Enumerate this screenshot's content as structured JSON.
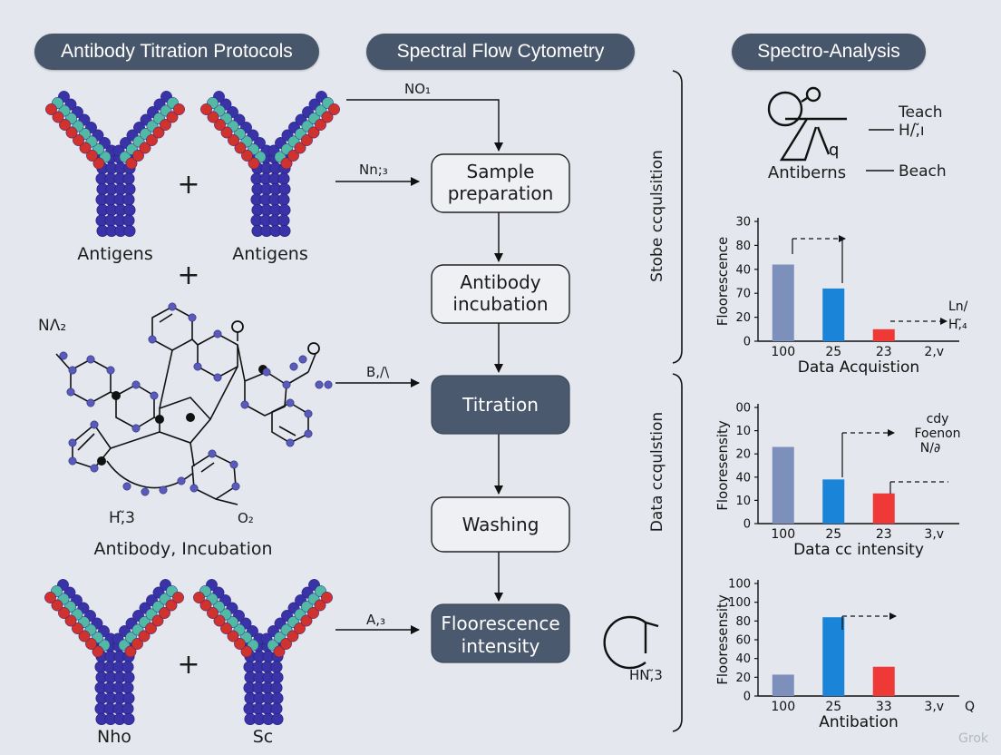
{
  "headers": {
    "left": "Antibody Titration Protocols",
    "middle": "Spectral Flow Cytometry",
    "right": "Spectro-Analysis"
  },
  "left_panel": {
    "antigens_left": "Antigens",
    "antigens_right": "Antigens",
    "plus": "+",
    "molecule_top_label": "NΛ₂",
    "molecule_h_label": "H,̃3",
    "molecule_o_label": "O₂",
    "molecule_caption": "Antibody, Incubation",
    "bottom_left_label": "Nho",
    "bottom_right_label": "Sc"
  },
  "flow": {
    "steps": [
      "Sample preparation",
      "Antibody incubation",
      "Titration",
      "Washing",
      "Floorescence intensity"
    ],
    "inputs": {
      "top": "NO₁",
      "sample": "Nn;₃",
      "titration": "B,/\\",
      "fluorescence": "A,₃"
    }
  },
  "right_panel": {
    "bracket_top": "Stobe ccqulsition",
    "bracket_bottom": "Data ccqulstion",
    "icon_text": "Antiberns",
    "legend_items": [
      "Teach",
      "H/,̃ı",
      "Beach"
    ],
    "bottom_icon_text": "HN,̃3",
    "watermark": "Grok"
  },
  "colors": {
    "header_bg": "#47566b",
    "dark_step": "#4a596d",
    "bar_slate": "#7d90bb",
    "bar_blue": "#1a84d8",
    "bar_red": "#ee3936",
    "atom_blue": "#3a33a8",
    "atom_red": "#d0322e",
    "atom_teal": "#52b9a6"
  },
  "chart_data": [
    {
      "type": "bar",
      "categories": [
        "100",
        "25",
        "23",
        "2,v"
      ],
      "values": [
        64,
        44,
        10,
        0
      ],
      "ylabel": "Floorescence",
      "xlabel": "Data Acquistion",
      "ytick_labels": [
        "0",
        "20",
        "70",
        "40",
        "80",
        "30"
      ],
      "ylim": [
        0,
        100
      ],
      "annotations": [
        "Ln/",
        "H,̃₄"
      ]
    },
    {
      "type": "bar",
      "categories": [
        "100",
        "25",
        "23",
        "3,v"
      ],
      "values": [
        66,
        38,
        26,
        0
      ],
      "ylabel": "Flooresensity",
      "xlabel": "Data cc intensity",
      "ytick_labels": [
        "0",
        "10",
        "40",
        "20",
        "10",
        "00"
      ],
      "ylim": [
        0,
        100
      ],
      "annotations": [
        "cdy",
        "Foenon",
        "N/∂"
      ]
    },
    {
      "type": "bar",
      "categories": [
        "100",
        "25",
        "33",
        "3,v"
      ],
      "values": [
        19,
        70,
        26,
        0
      ],
      "ylabel": "Flooresensity",
      "xlabel": "Antibation",
      "ytick_labels": [
        "0",
        "20",
        "40",
        "60",
        "80",
        "100",
        "100"
      ],
      "ylim": [
        0,
        100
      ],
      "annotations": [
        "Q"
      ]
    }
  ]
}
